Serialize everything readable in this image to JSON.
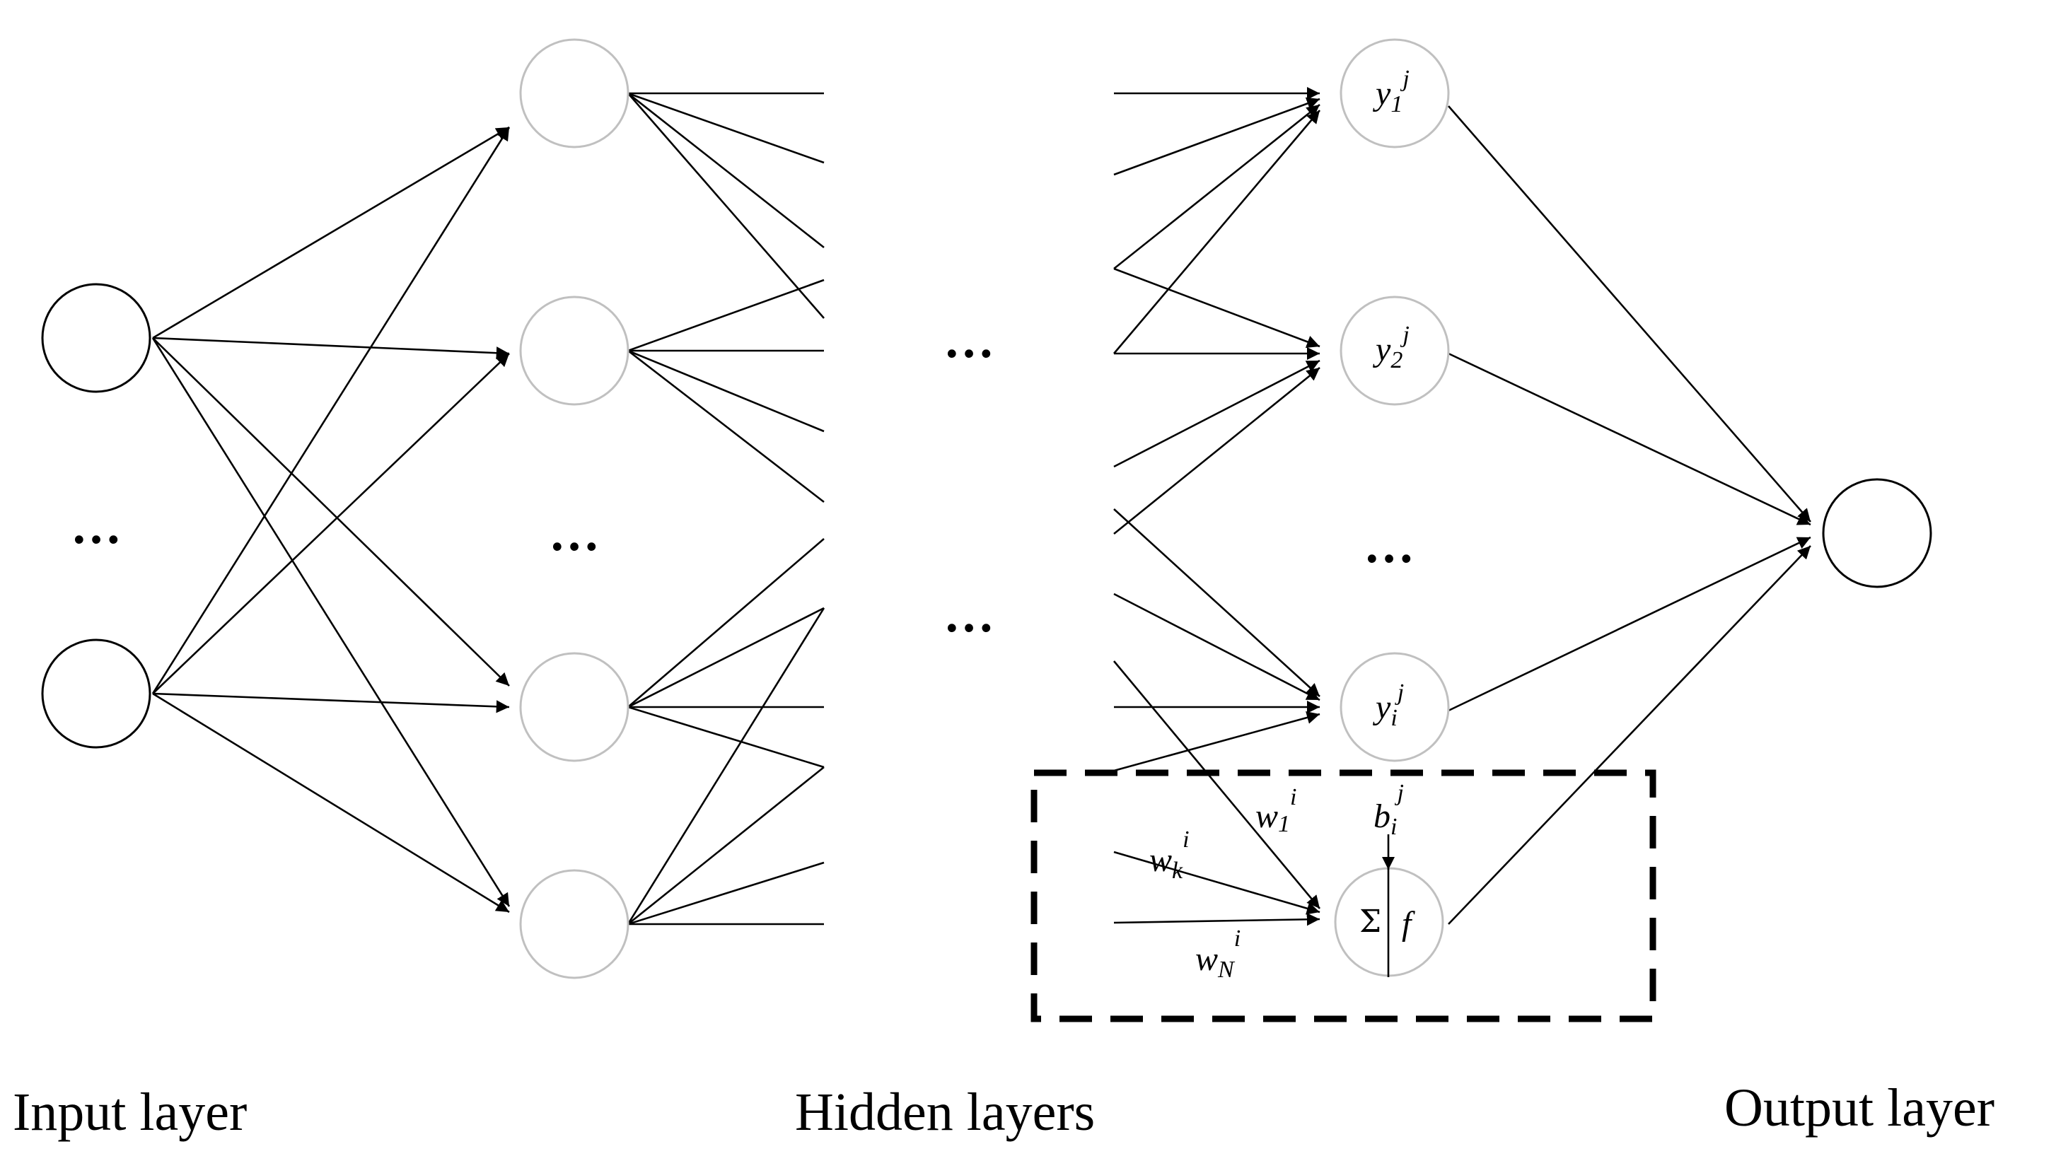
{
  "captions": {
    "input": "Input layer",
    "hidden": "Hidden layers",
    "output": "Output layer"
  },
  "ellipsis": "…",
  "neuron_labels": {
    "y1": {
      "base": "y",
      "sub": "1",
      "sup": "j"
    },
    "y2": {
      "base": "y",
      "sub": "2",
      "sup": "j"
    },
    "yi": {
      "base": "y",
      "sub": "i",
      "sup": "j"
    }
  },
  "weights": {
    "w1": {
      "base": "w",
      "sub": "1",
      "sup": "i"
    },
    "wk": {
      "base": "w",
      "sub": "k",
      "sup": "i"
    },
    "wN": {
      "base": "w",
      "sub": "N",
      "sup": "i"
    }
  },
  "bias": {
    "base": "b",
    "sub": "i",
    "sup": "j"
  },
  "neuron": {
    "sum_symbol": "Σ",
    "activation": "f"
  },
  "colors": {
    "line": "#000000",
    "input_output_nodes": "#000000",
    "hidden_nodes": "#c0c0c0"
  }
}
